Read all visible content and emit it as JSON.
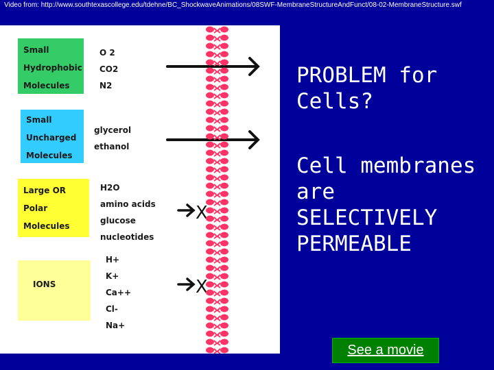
{
  "header": {
    "source": "Video from: http://www.southtexascollege.edu/tdehne/BC_ShockwaveAnimations/08SWF-MembraneStructureAndFunct/08-02-MembraneStructure.swf"
  },
  "diagram": {
    "groups": [
      {
        "label": [
          "Small",
          "Hydrophobic",
          "Molecules"
        ],
        "molecules": [
          "O 2",
          "CO2",
          "N2"
        ],
        "color": "#33cc66",
        "passes": true
      },
      {
        "label": [
          "Small",
          "Uncharged",
          "Molecules"
        ],
        "molecules": [
          "glycerol",
          "ethanol"
        ],
        "color": "#33ccff",
        "passes": true
      },
      {
        "label": [
          "Large OR",
          "Polar",
          "Molecules"
        ],
        "molecules": [
          "H2O",
          "amino acids",
          "glucose",
          "nucleotides"
        ],
        "color": "#ffff33",
        "passes": false
      },
      {
        "label": [
          "IONS"
        ],
        "molecules": [
          "H+",
          "K+",
          "Ca++",
          "Cl-",
          "Na+"
        ],
        "color": "#ffff99",
        "passes": false
      }
    ],
    "blocked_mark": "X",
    "membrane_color": "#ff3366"
  },
  "main": {
    "problem": [
      "PROBLEM for",
      "Cells?"
    ],
    "statement": [
      "Cell membranes",
      "are",
      "SELECTIVELY",
      "PERMEABLE"
    ]
  },
  "movie_button": {
    "label": "See a movie"
  }
}
